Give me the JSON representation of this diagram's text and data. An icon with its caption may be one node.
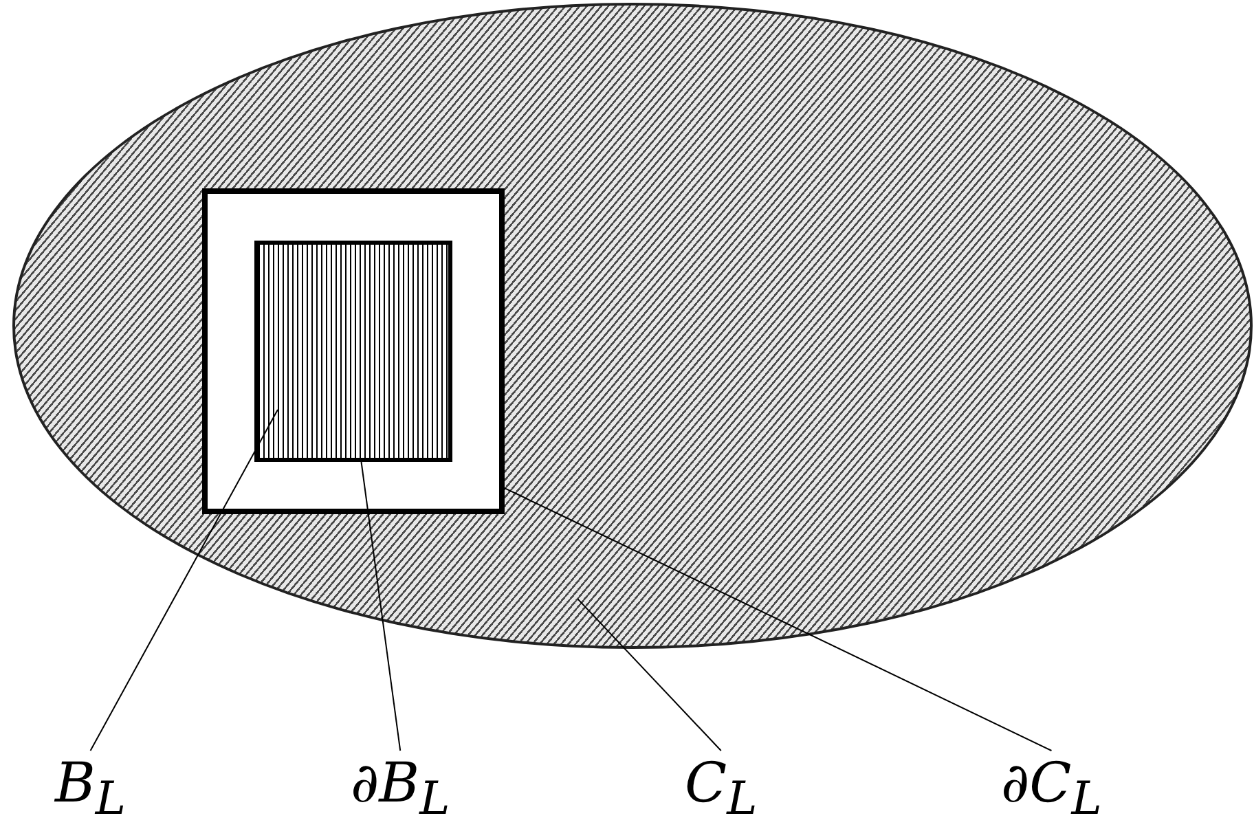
{
  "diagram": {
    "nodes": [
      {
        "text": [],
        "shape": "ellipse"
      },
      {
        "text": [],
        "shape": "box",
        "in": 0
      },
      {
        "text": [],
        "shape": "box",
        "in": 1
      },
      {
        "text": [
          "B$_{L}$"
        ]
      },
      {
        "text": [
          "∂B$_{L}$"
        ]
      },
      {
        "text": [
          "C$_{L}$"
        ]
      },
      {
        "text": [
          "∂C$_{L}$"
        ]
      }
    ],
    "edges": [
      {
        "from": 3,
        "to": 2,
        "arrow": "none"
      },
      {
        "from": 4,
        "to": 2,
        "arrow": "none"
      },
      {
        "from": 5,
        "to": 0,
        "arrow": "none"
      },
      {
        "from": 6,
        "to": 1,
        "arrow": "none"
      }
    ]
  }
}
